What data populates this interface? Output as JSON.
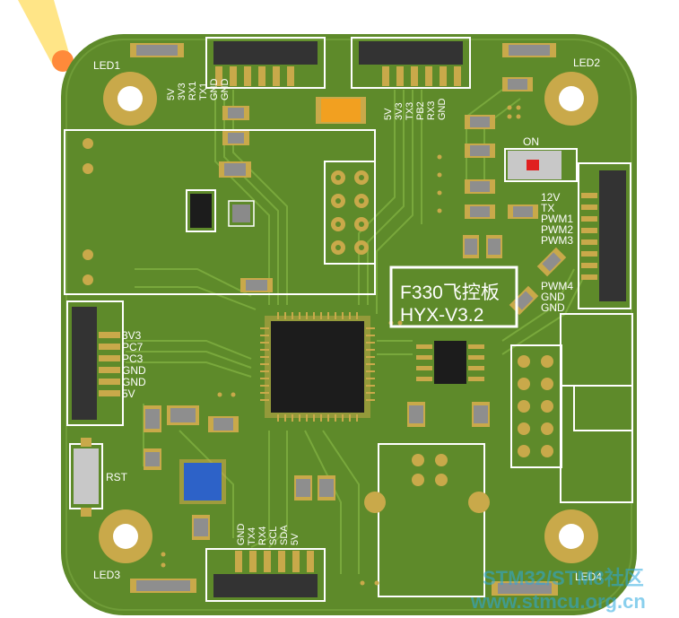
{
  "board": {
    "title": "F330飞控板",
    "version": "HYX-V3.2",
    "colors": {
      "pcb": "#5e8a2a",
      "pcb_dark": "#4e7820",
      "trace": "#6d9c35",
      "pad": "#c9a94a",
      "chip": "#1c1c1c",
      "silk": "#ffffff",
      "header": "#2a2a2a",
      "ic_blue": "#2d62c8"
    }
  },
  "leds": {
    "led1": "LED1",
    "led2": "LED2",
    "led3": "LED3",
    "led4": "LED4"
  },
  "switch": {
    "label": "ON"
  },
  "reset": {
    "label": "RST"
  },
  "headers": {
    "top_left": [
      "5V",
      "3V3",
      "RX1",
      "TX1",
      "GND",
      "GND"
    ],
    "top_right": [
      "5V",
      "3V3",
      "TX3",
      "PB2",
      "RX3",
      "GND"
    ],
    "left": [
      "3V3",
      "PC7",
      "PC3",
      "GND",
      "GND",
      "5V"
    ],
    "bottom": [
      "GND",
      "TX4",
      "RX4",
      "SCL",
      "SDA",
      "5V"
    ],
    "right": [
      "12V",
      "TX",
      "PWM1",
      "PWM2",
      "PWM3",
      "PWM4",
      "GND",
      "GND"
    ]
  },
  "watermark": {
    "line1": "STM32/STM8社区",
    "line2": "www.stmcu.org.cn"
  }
}
